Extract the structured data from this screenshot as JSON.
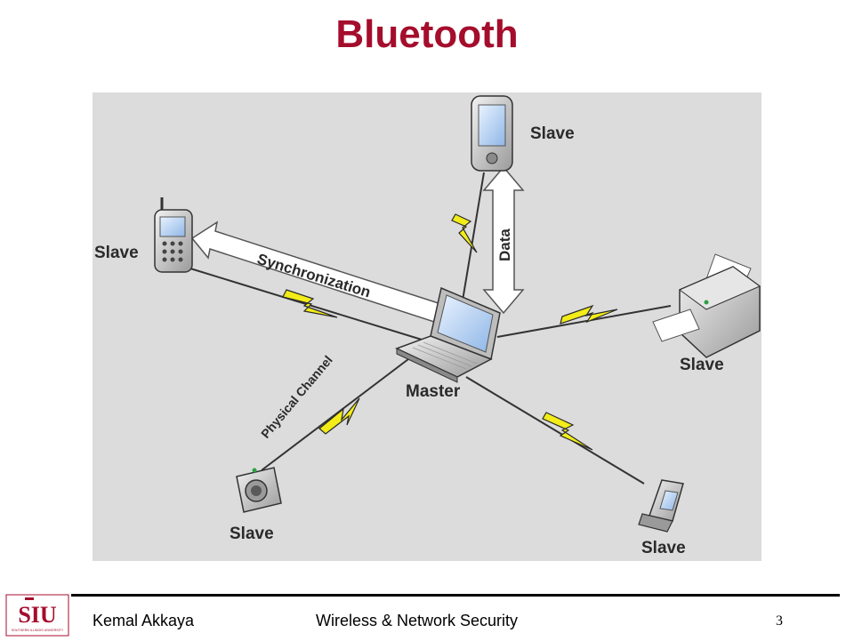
{
  "slide": {
    "title": "Bluetooth"
  },
  "diagram": {
    "center_label": "Master",
    "slaves": [
      {
        "device": "pda",
        "label": "Slave"
      },
      {
        "device": "cell-phone",
        "label": "Slave"
      },
      {
        "device": "printer",
        "label": "Slave"
      },
      {
        "device": "camera",
        "label": "Slave"
      },
      {
        "device": "flip-phone",
        "label": "Slave"
      }
    ],
    "links": {
      "synchronization": "Synchronization",
      "data": "Data",
      "physical_channel": "Physical Channel"
    },
    "colors": {
      "background": "#dcdcdc",
      "lightning": "#f2ec19",
      "arrow_fill": "#ffffff",
      "device_body": "#b8b8b8"
    }
  },
  "footer": {
    "logo_text": "SIU",
    "logo_subtext": "SOUTHERN ILLINOIS UNIVERSITY",
    "author": "Kemal Akkaya",
    "course": "Wireless & Network Security",
    "page_number": "3"
  },
  "colors": {
    "title": "#a50d2c",
    "logo": "#a50d2c"
  }
}
